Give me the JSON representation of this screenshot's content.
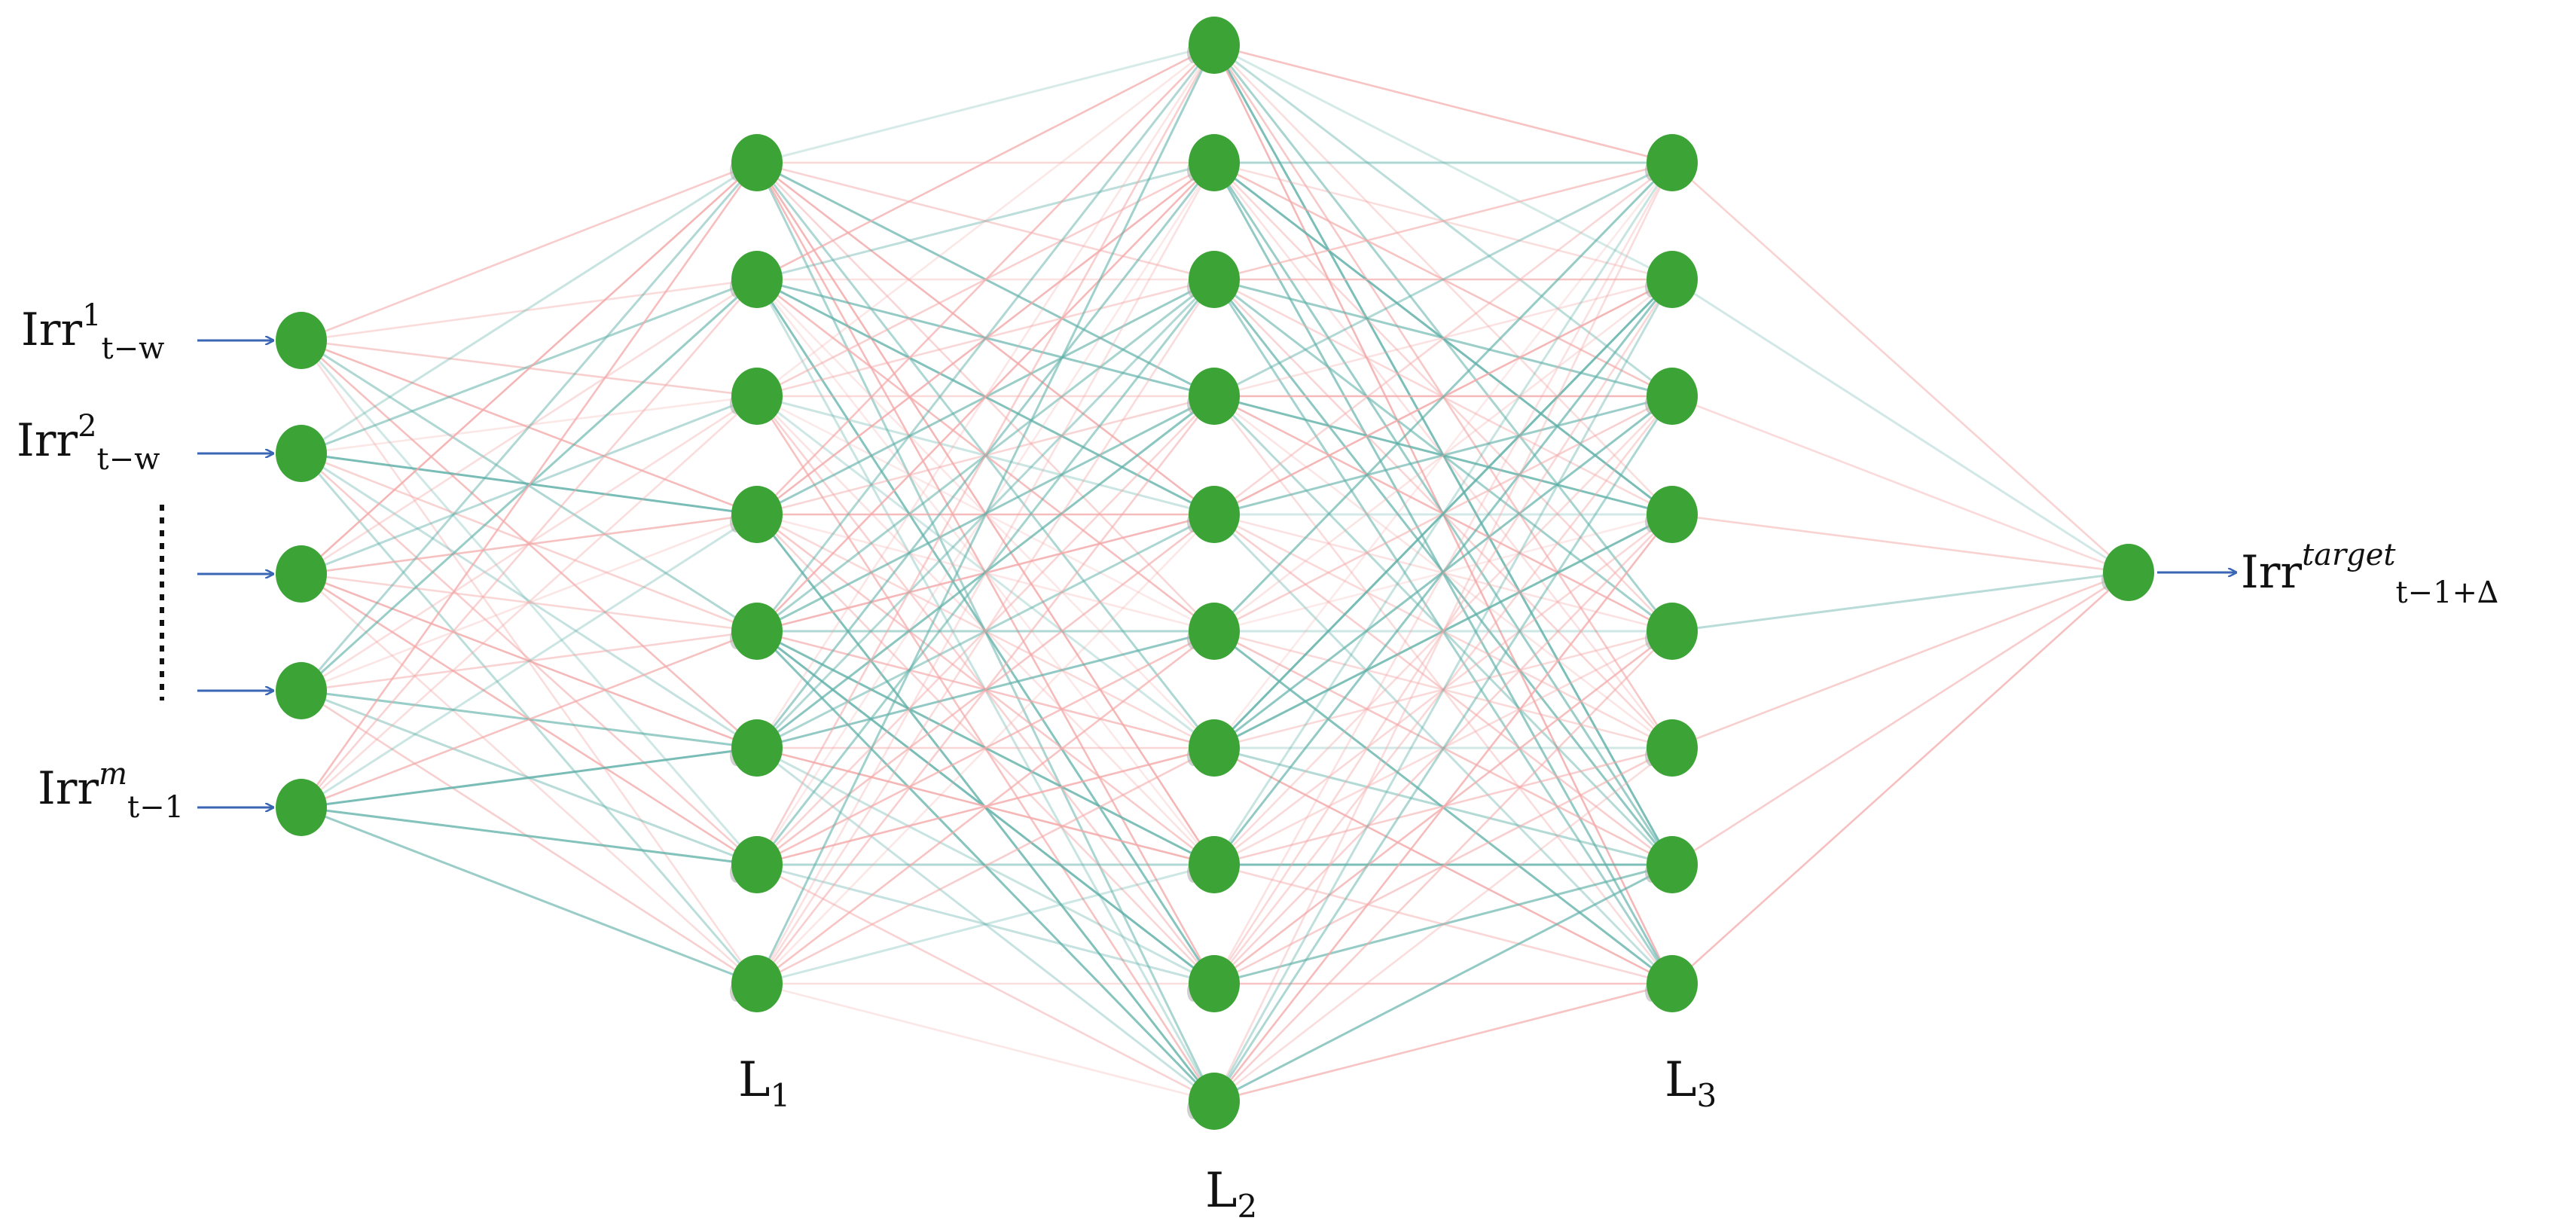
{
  "colors": {
    "node": "#3ca436",
    "edge_positive": "#5fb0a8",
    "edge_negative": "#f3a8a8",
    "arrow": "#3a66b4",
    "text": "#111111"
  },
  "layers": [
    {
      "id": "input",
      "label": "",
      "nodes": 5
    },
    {
      "id": "hidden-1",
      "label": "L",
      "sub": "1",
      "nodes": 8
    },
    {
      "id": "hidden-2",
      "label": "L",
      "sub": "2",
      "nodes": 10
    },
    {
      "id": "hidden-3",
      "label": "L",
      "sub": "3",
      "nodes": 8
    },
    {
      "id": "output",
      "label": "",
      "nodes": 1
    }
  ],
  "inputs": [
    {
      "base": "Irr",
      "sup": "1",
      "sub": "t−w"
    },
    {
      "base": "Irr",
      "sup": "2",
      "sub": "t−w"
    },
    {
      "base": "",
      "sup": "",
      "sub": ""
    },
    {
      "base": "",
      "sup": "",
      "sub": ""
    },
    {
      "base": "Irr",
      "sup": "m",
      "sub": "t−1"
    }
  ],
  "output": {
    "base": "Irr",
    "sup": "target",
    "sub": "t−1+∆"
  }
}
